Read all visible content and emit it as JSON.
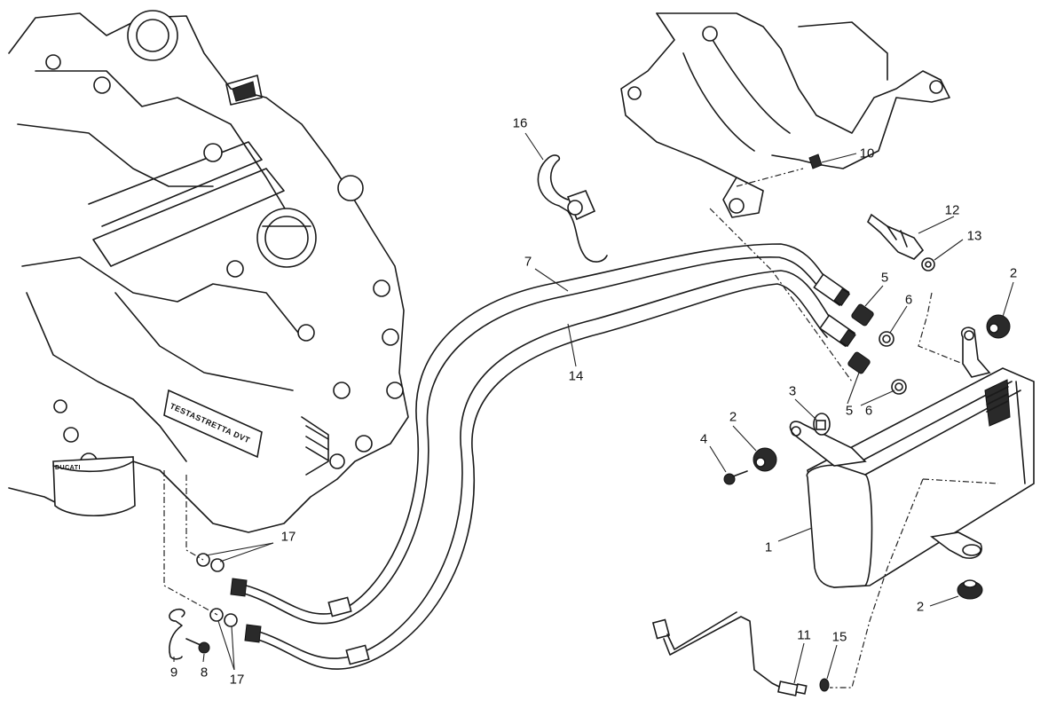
{
  "diagram": {
    "type": "exploded-parts-diagram",
    "subject": "Oil cooler assembly",
    "engine_badge_text": "TESTASTRETTA DVT",
    "filter_badge_text": "DUCATI"
  },
  "callouts": [
    {
      "id": "c1",
      "label": "1"
    },
    {
      "id": "c2a",
      "label": "2"
    },
    {
      "id": "c2b",
      "label": "2"
    },
    {
      "id": "c2c",
      "label": "2"
    },
    {
      "id": "c3",
      "label": "3"
    },
    {
      "id": "c4",
      "label": "4"
    },
    {
      "id": "c5a",
      "label": "5"
    },
    {
      "id": "c5b",
      "label": "5"
    },
    {
      "id": "c6a",
      "label": "6"
    },
    {
      "id": "c6b",
      "label": "6"
    },
    {
      "id": "c7",
      "label": "7"
    },
    {
      "id": "c8",
      "label": "8"
    },
    {
      "id": "c9",
      "label": "9"
    },
    {
      "id": "c10",
      "label": "10"
    },
    {
      "id": "c11",
      "label": "11"
    },
    {
      "id": "c12",
      "label": "12"
    },
    {
      "id": "c13",
      "label": "13"
    },
    {
      "id": "c14",
      "label": "14"
    },
    {
      "id": "c15",
      "label": "15"
    },
    {
      "id": "c16",
      "label": "16"
    },
    {
      "id": "c17a",
      "label": "17"
    },
    {
      "id": "c17b",
      "label": "17"
    }
  ]
}
